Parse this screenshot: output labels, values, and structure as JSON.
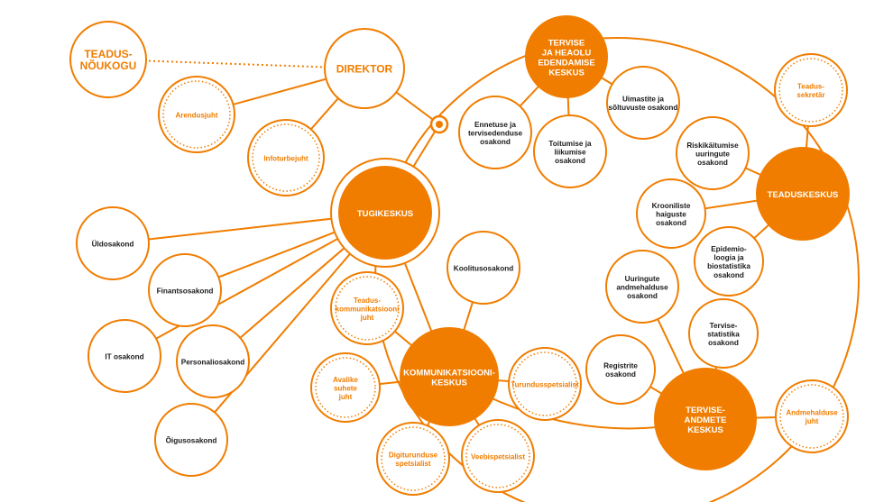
{
  "colors": {
    "accent": "#f07d00",
    "dark_text": "#1a1a1a",
    "background": "#ffffff"
  },
  "nodes": {
    "teadusnoukogu": [
      "TEADUS-",
      "NÕUKOGU"
    ],
    "direktor": [
      "DIREKTOR"
    ],
    "arendusjuht": [
      "Arendusjuht"
    ],
    "infoturbejuht": [
      "Infoturbejuht"
    ],
    "tervise_heaolu": [
      "TERVISE",
      "JA HEAOLU",
      "EDENDAMISE",
      "KESKUS"
    ],
    "uimastite": [
      "Uimastite ja",
      "sõltuvuste osakond"
    ],
    "ennetuse": [
      "Ennetuse ja",
      "tervisedenduse",
      "osakond"
    ],
    "toitumise": [
      "Toitumise ja",
      "liikumise",
      "osakond"
    ],
    "teadussekretar": [
      "Teadus-",
      "sekretär"
    ],
    "riskikaitumise": [
      "Riskikäitumise",
      "uuringute",
      "osakond"
    ],
    "teaduskeskus": [
      "TEADUSKESKUS"
    ],
    "krooniliste": [
      "Krooniliste",
      "haiguste",
      "osakond"
    ],
    "epidemio": [
      "Epidemio-",
      "loogia ja",
      "biostatistika",
      "osakond"
    ],
    "tugikeskus": [
      "TUGIKESKUS"
    ],
    "uldosakond": [
      "Üldosakond"
    ],
    "finantsosakond": [
      "Finantsosakond"
    ],
    "it_osakond": [
      "IT osakond"
    ],
    "personaliosakond": [
      "Personaliosakond"
    ],
    "oigusosakond": [
      "Õigusosakond"
    ],
    "koolitusosakond": [
      "Koolitusosakond"
    ],
    "teaduskomm": [
      "Teadus-",
      "kommunikatsiooni",
      "juht"
    ],
    "kommunikatsioonikeskus": [
      "KOMMUNIKATSIOONI-",
      "KESKUS"
    ],
    "avalike": [
      "Avalike",
      "suhete",
      "juht"
    ],
    "turundusspetsialist": [
      "Turundusspetsialist"
    ],
    "digiturunduse": [
      "Digiturunduse",
      "spetsialist"
    ],
    "veebispetsialist": [
      "Veebispetsialist"
    ],
    "uuringute": [
      "Uuringute",
      "andmehalduse",
      "osakond"
    ],
    "tervisestatistika": [
      "Tervise-",
      "statistika",
      "osakond"
    ],
    "registrite": [
      "Registrite",
      "osakond"
    ],
    "tervise_andmete": [
      "TERVISE-",
      "ANDMETE",
      "KESKUS"
    ],
    "andmehalduse": [
      "Andmehalduse",
      "juht"
    ]
  }
}
